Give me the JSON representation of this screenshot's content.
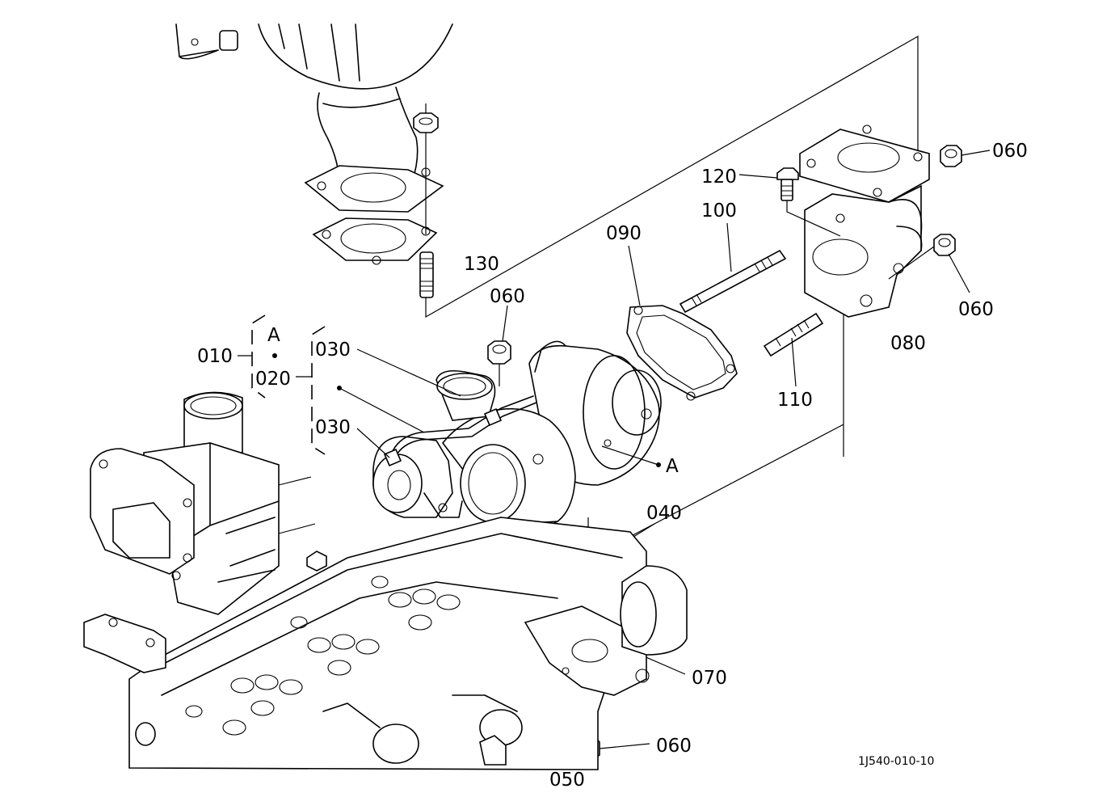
{
  "diagram": {
    "drawing_code": "1J540-010-10",
    "labels": [
      {
        "id": "p060a",
        "text": "060"
      },
      {
        "id": "p120",
        "text": "120"
      },
      {
        "id": "p100",
        "text": "100"
      },
      {
        "id": "p090",
        "text": "090"
      },
      {
        "id": "p060b",
        "text": "060"
      },
      {
        "id": "p080",
        "text": "080"
      },
      {
        "id": "p110",
        "text": "110"
      },
      {
        "id": "p130",
        "text": "130"
      },
      {
        "id": "p060c",
        "text": "060"
      },
      {
        "id": "p010",
        "text": "010"
      },
      {
        "id": "pA1",
        "text": "A"
      },
      {
        "id": "p020",
        "text": "020"
      },
      {
        "id": "p030a",
        "text": "030"
      },
      {
        "id": "p030b",
        "text": "030"
      },
      {
        "id": "pA2",
        "text": "A"
      },
      {
        "id": "p040",
        "text": "040"
      },
      {
        "id": "p070",
        "text": "070"
      },
      {
        "id": "p060d",
        "text": "060"
      },
      {
        "id": "p050",
        "text": "050"
      }
    ]
  }
}
